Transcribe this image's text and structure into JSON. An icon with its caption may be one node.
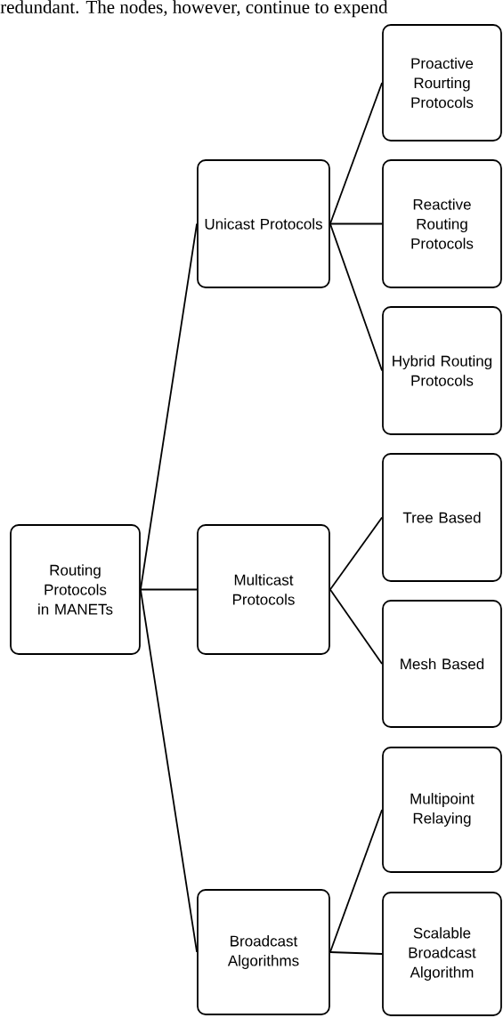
{
  "diagram": {
    "nodes": [
      {
        "text": [
          "Routing Protocols in MANETs"
        ]
      },
      {
        "text": [
          "Unicast Protocols"
        ]
      },
      {
        "text": [
          "Multicast Protocols"
        ]
      },
      {
        "text": [
          "Broadcast Algorithms"
        ]
      },
      {
        "text": [
          "Proactive Rourting Protocols"
        ]
      },
      {
        "text": [
          "Reactive Routing Protocols"
        ]
      },
      {
        "text": [
          "Hybrid Routing Protocols"
        ]
      },
      {
        "text": [
          "Tree Based"
        ]
      },
      {
        "text": [
          "Mesh Based"
        ]
      },
      {
        "text": [
          "Multipoint Relaying"
        ]
      },
      {
        "text": [
          "Scalable Broadcast Algorithm"
        ]
      }
    ],
    "edges": [
      {
        "from": 0,
        "to": 1,
        "arrow": "none"
      },
      {
        "from": 0,
        "to": 2,
        "arrow": "none"
      },
      {
        "from": 0,
        "to": 3,
        "arrow": "none"
      },
      {
        "from": 1,
        "to": 4,
        "arrow": "none"
      },
      {
        "from": 1,
        "to": 5,
        "arrow": "none"
      },
      {
        "from": 1,
        "to": 6,
        "arrow": "none"
      },
      {
        "from": 2,
        "to": 7,
        "arrow": "none"
      },
      {
        "from": 2,
        "to": 8,
        "arrow": "none"
      },
      {
        "from": 3,
        "to": 9,
        "arrow": "none"
      },
      {
        "from": 3,
        "to": 10,
        "arrow": "none"
      }
    ],
    "labels": [
      "redundant. The nodes, however, continue to expend"
    ]
  }
}
